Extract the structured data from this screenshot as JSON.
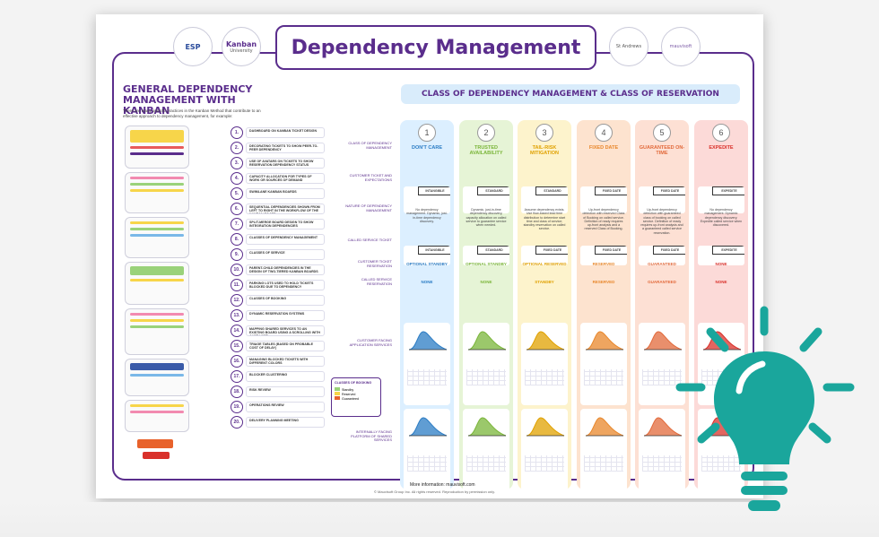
{
  "title": "Dependency Management",
  "logos": {
    "esp": "ESP",
    "kanban": "Kanban",
    "kanban_sub": "University",
    "standrews": "St Andrews",
    "mauvisoft": "mauvisoft"
  },
  "sidebar": {
    "heading": "GENERAL DEPENDENCY MANAGEMENT WITH KANBAN",
    "intro": "There are many specific practices in the Kanban Method that contribute to an effective approach to dependency management, for example:",
    "items": [
      {
        "n": "1.",
        "label": "Dashboard on kanban ticket design"
      },
      {
        "n": "2.",
        "label": "Decorating tickets to show peer-to-peer dependency"
      },
      {
        "n": "3.",
        "label": "Use of avatars on tickets to show reservation dependency status"
      },
      {
        "n": "4.",
        "label": "Capacity allocation for types of work or sources of demand"
      },
      {
        "n": "5.",
        "label": "Swimlane kanban boards"
      },
      {
        "n": "6.",
        "label": "Sequential dependencies shown from left to right in the workflow of the kanban board"
      },
      {
        "n": "7.",
        "label": "Split-merge board design to show integration dependencies"
      },
      {
        "n": "8.",
        "label": "Classes of dependency management"
      },
      {
        "n": "9.",
        "label": "Classes of service"
      },
      {
        "n": "10.",
        "label": "Parent-child dependencies in the design of two-tiered kanban boards"
      },
      {
        "n": "11.",
        "label": "Parking lots used to hold tickets blocked due to dependency"
      },
      {
        "n": "12.",
        "label": "Classes of booking"
      },
      {
        "n": "13.",
        "label": "Dynamic reservation systems"
      },
      {
        "n": "14.",
        "label": "Mapping shared services to an existing board using a scrolling with a WIP limit"
      },
      {
        "n": "15.",
        "label": "Triage tables (based on probable cost of delay)"
      },
      {
        "n": "16.",
        "label": "Managing blocked tickets with different colors"
      },
      {
        "n": "17.",
        "label": "Blocker clustering"
      },
      {
        "n": "18.",
        "label": "Risk review"
      },
      {
        "n": "19.",
        "label": "Operations review"
      },
      {
        "n": "20.",
        "label": "Delivery planning meeting"
      }
    ]
  },
  "matrix": {
    "heading": "CLASS OF DEPENDENCY MANAGEMENT & CLASS OF RESERVATION",
    "row_labels": [
      "CLASS OF DEPENDENCY MANAGEMENT",
      "CUSTOMER TICKET AND EXPECTATIONS",
      "NATURE OF DEPENDENCY MANAGEMENT",
      "CALLED SERVICE TICKET",
      "CUSTOMER TICKET RESERVATION",
      "CALLED SERVICE RESERVATION",
      "CUSTOMER FACING APPLICATION SERVICES",
      "INTERNALLY FACING PLATFORM OF SHARED SERVICES"
    ],
    "columns": [
      {
        "n": "1",
        "name": "DON'T CARE",
        "color": "#dcefff",
        "accent": "#2b7cc4",
        "tag": "INTANGIBLE",
        "tag2": "INTANGIBLE",
        "nature": "No dependency management. Dynamic, just-in-time dependency discovery.",
        "customer_res": "OPTIONAL STANDBY",
        "called_res": "NONE"
      },
      {
        "n": "2",
        "name": "TRUSTED AVAILABILITY",
        "color": "#e6f4d6",
        "accent": "#7ab539",
        "tag": "STANDARD",
        "tag2": "STANDARD",
        "nature": "Dynamic, just-in-time dependency discovery, capacity allocation on called service to guarantee service when needed.",
        "customer_res": "OPTIONAL STANDBY",
        "called_res": "NONE"
      },
      {
        "n": "3",
        "name": "TAIL-RISK MITIGATION",
        "color": "#fdf3cc",
        "accent": "#e0a100",
        "tag": "STANDARD",
        "tag2": "FIXED DATE",
        "nature": "Assume dependency exists. Use flow-based lead time distribution to determine start time and class of service; standby reservation on called service.",
        "customer_res": "OPTIONAL RESERVED",
        "called_res": "STANDBY"
      },
      {
        "n": "4",
        "name": "FIXED DATE",
        "color": "#fde3cf",
        "accent": "#e8872b",
        "tag": "FIXED DATE",
        "tag2": "FIXED DATE",
        "nature": "Up-front dependency detection with reserved Class of Booking on called service. Definition of ready requires up-front analysis and a reserved Class of Booking.",
        "customer_res": "RESERVED",
        "called_res": "RESERVED"
      },
      {
        "n": "5",
        "name": "GUARANTEED ON-TIME",
        "color": "#fde0d4",
        "accent": "#e26a3b",
        "tag": "FIXED DATE",
        "tag2": "FIXED DATE",
        "nature": "Up-front dependency detection with guaranteed class of booking on called service. Definition of ready requires up-front analysis and a guaranteed called service reservation.",
        "customer_res": "GUARANTEED",
        "called_res": "GUARANTEED"
      },
      {
        "n": "6",
        "name": "EXPEDITE",
        "color": "#fcdad8",
        "accent": "#d9312b",
        "tag": "EXPEDITE",
        "tag2": "EXPEDITE",
        "nature": "No dependency management. Dynamic dependency discovery. Expedite called service when discovered.",
        "customer_res": "NONE",
        "called_res": "NONE"
      }
    ],
    "legend": {
      "title": "CLASSES OF BOOKING",
      "items": [
        "Standby",
        "Reserved",
        "Guaranteed"
      ]
    }
  },
  "footer": {
    "more": "More information: mauvisoft.com",
    "copyright": "© Mauvisoft Group Inc. All rights reserved. Reproduction by permission only."
  },
  "overlay": {
    "icon": "lightbulb-icon",
    "color": "#1aa69c"
  }
}
